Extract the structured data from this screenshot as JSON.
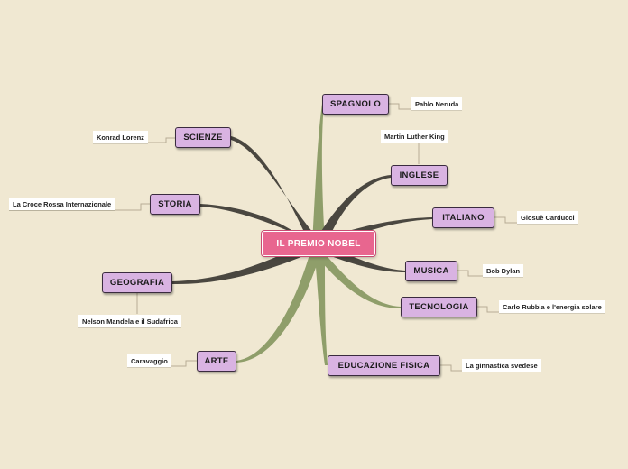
{
  "root": {
    "label": "IL PREMIO NOBEL"
  },
  "branches": [
    {
      "label": "SPAGNOLO",
      "leaf": "Pablo Neruda"
    },
    {
      "label": "SCIENZE",
      "leaf": "Konrad Lorenz"
    },
    {
      "label": "INGLESE",
      "leaf": "Martin Luther King"
    },
    {
      "label": "STORIA",
      "leaf": "La Croce Rossa Internazionale"
    },
    {
      "label": "ITALIANO",
      "leaf": "Giosuè Carducci"
    },
    {
      "label": "MUSICA",
      "leaf": "Bob Dylan"
    },
    {
      "label": "GEOGRAFIA",
      "leaf": "Nelson Mandela e il Sudafrica"
    },
    {
      "label": "TECNOLOGIA",
      "leaf": "Carlo Rubbia e l'energia solare"
    },
    {
      "label": "ARTE",
      "leaf": "Caravaggio"
    },
    {
      "label": "EDUCAZIONE FISICA",
      "leaf": "La ginnastica svedese"
    }
  ],
  "colors": {
    "background": "#f0e8d2",
    "root": "#e8668f",
    "branch_node": "#d9b3e2",
    "connector_dark": "#4a4740",
    "connector_green": "#8f9e6a"
  }
}
